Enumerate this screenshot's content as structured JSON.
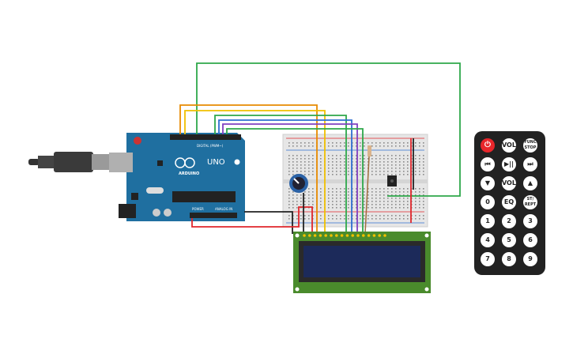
{
  "arduino": {
    "brand": "ARDUINO",
    "model": "UNO",
    "header_digital": "DIGITAL (PWM~)",
    "header_power": "POWER",
    "header_analog": "ANALOG IN"
  },
  "remote": {
    "buttons": [
      {
        "label": "⏻",
        "name": "power-button"
      },
      {
        "label": "VOL+",
        "name": "vol-up-button"
      },
      {
        "label": "FUNC STOP",
        "name": "func-stop-button"
      },
      {
        "label": "⏮",
        "name": "prev-button"
      },
      {
        "label": "▶||",
        "name": "play-pause-button"
      },
      {
        "label": "⏭",
        "name": "next-button"
      },
      {
        "label": "▼",
        "name": "down-button"
      },
      {
        "label": "VOL-",
        "name": "vol-down-button"
      },
      {
        "label": "▲",
        "name": "up-button"
      },
      {
        "label": "0",
        "name": "digit-0-button"
      },
      {
        "label": "EQ",
        "name": "eq-button"
      },
      {
        "label": "ST/ REPT",
        "name": "st-rept-button"
      },
      {
        "label": "1",
        "name": "digit-1-button"
      },
      {
        "label": "2",
        "name": "digit-2-button"
      },
      {
        "label": "3",
        "name": "digit-3-button"
      },
      {
        "label": "4",
        "name": "digit-4-button"
      },
      {
        "label": "5",
        "name": "digit-5-button"
      },
      {
        "label": "6",
        "name": "digit-6-button"
      },
      {
        "label": "7",
        "name": "digit-7-button"
      },
      {
        "label": "8",
        "name": "digit-8-button"
      },
      {
        "label": "9",
        "name": "digit-9-button"
      }
    ]
  },
  "colors": {
    "arduino_board": "#1f6fa0",
    "lcd_board": "#4a8b2c",
    "lcd_screen": "#1c2a5a",
    "breadboard": "#e6e6e6",
    "wire_green": "#2ea84a",
    "wire_orange": "#e88b00",
    "wire_yellow": "#f0c000",
    "wire_blue": "#2f6fd0",
    "wire_purple": "#8040c0",
    "wire_red": "#e0262b",
    "wire_black": "#222222",
    "remote_body": "#222222",
    "power_button": "#e8262b"
  }
}
